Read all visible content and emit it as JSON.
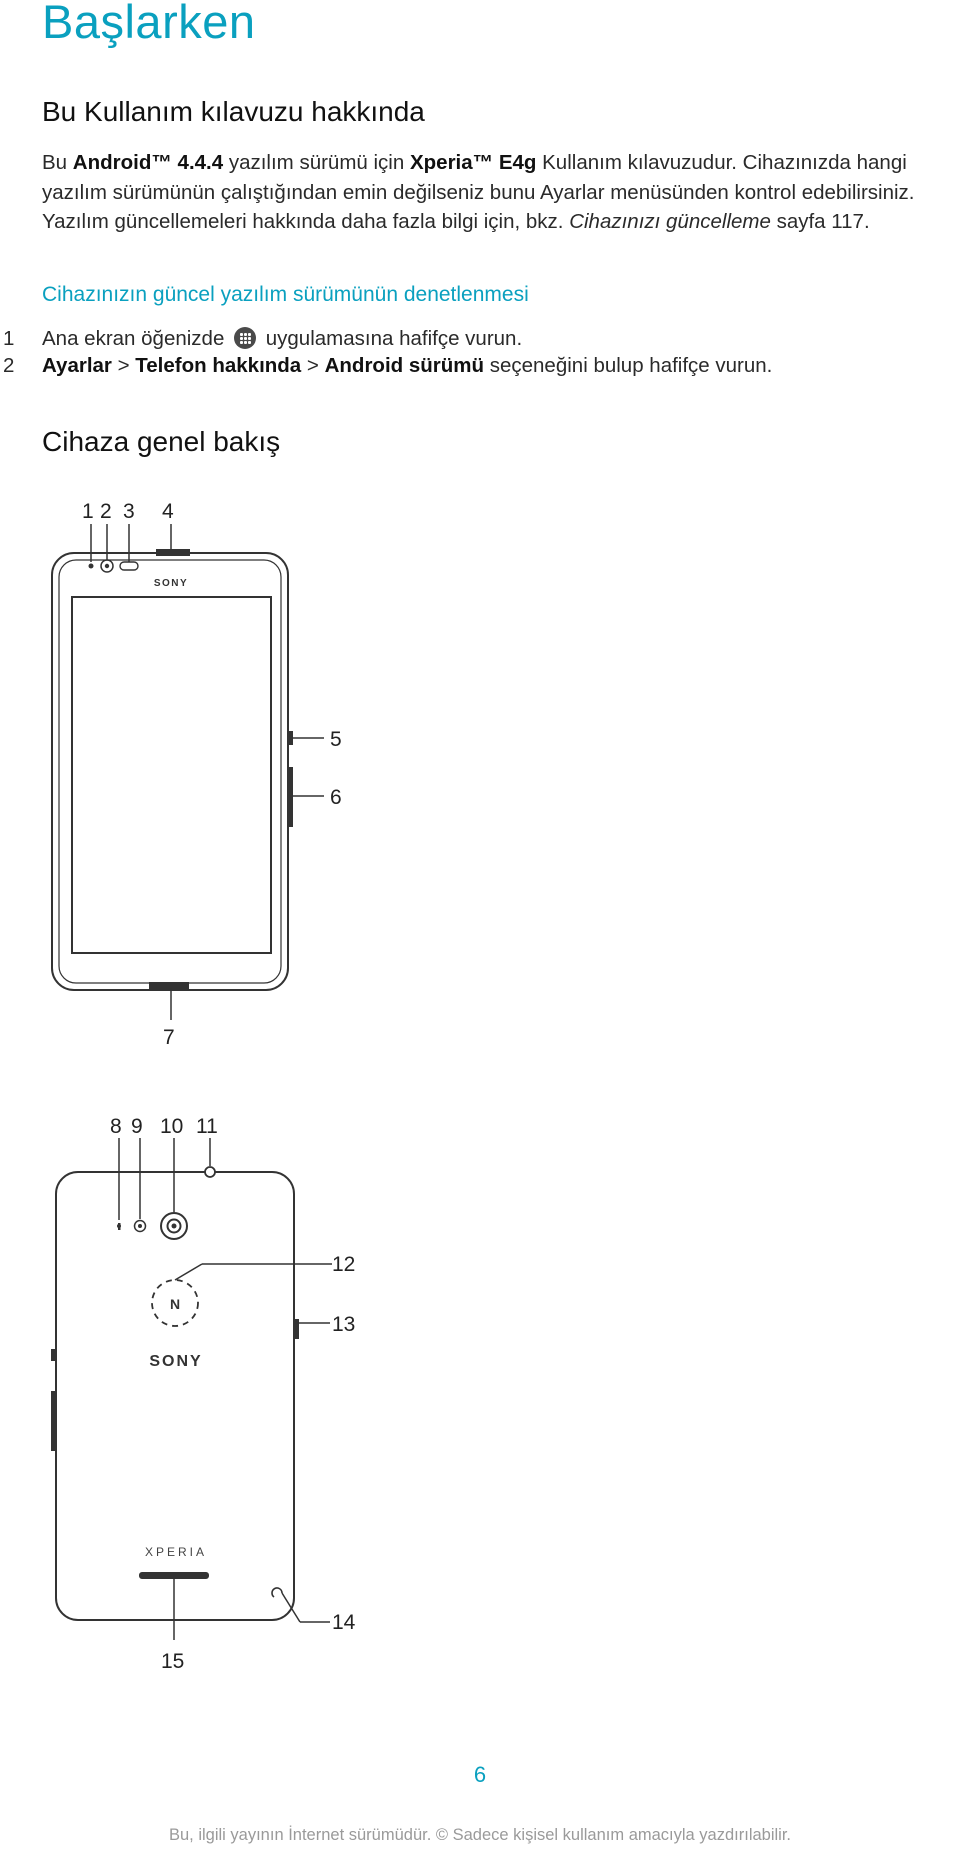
{
  "chapter_title": "Başlarken",
  "section1": {
    "title": "Bu Kullanım kılavuzu hakkında",
    "intro": {
      "t1": "Bu ",
      "b1": "Android™ 4.4.4",
      "t2": " yazılım sürümü için ",
      "b2": "Xperia™ E4g",
      "t3": " Kullanım kılavuzudur. Cihazınızda hangi yazılım sürümünün çalıştığından emin değilseniz bunu Ayarlar menüsünden kontrol edebilirsiniz. Yazılım güncellemeleri hakkında daha fazla bilgi için, bkz. ",
      "i1": "Cihazınızı güncelleme",
      "t4": " sayfa 117."
    },
    "subheading": "Cihazınızın güncel yazılım sürümünün denetlenmesi",
    "steps": [
      {
        "num": "1",
        "pre": "Ana ekran öğenizde ",
        "post": " uygulamasına hafifçe vurun."
      },
      {
        "num": "2",
        "b1": "Ayarlar",
        "sep1": " > ",
        "b2": "Telefon hakkında",
        "sep2": " > ",
        "b3": "Android sürümü",
        "post": " seçeneğini bulup hafifçe vurun."
      }
    ]
  },
  "section2": {
    "title": "Cihaza genel bakış"
  },
  "front_figure": {
    "brand": "SONY",
    "callouts": [
      "1",
      "2",
      "3",
      "4",
      "5",
      "6",
      "7"
    ]
  },
  "back_figure": {
    "brand": "SONY",
    "model": "XPERIA",
    "nfc_glyph": "N",
    "callouts": [
      "8",
      "9",
      "10",
      "11",
      "12",
      "13",
      "14",
      "15"
    ]
  },
  "page_number": "6",
  "footer": "Bu, ilgili yayının İnternet sürümüdür. © Sadece kişisel kullanım amacıyla yazdırılabilir.",
  "colors": {
    "accent": "#0aa0bf",
    "text": "#2a2a2a",
    "footer": "#9a9a9a"
  },
  "icons": [
    "apps-grid-icon",
    "nfc-icon"
  ]
}
